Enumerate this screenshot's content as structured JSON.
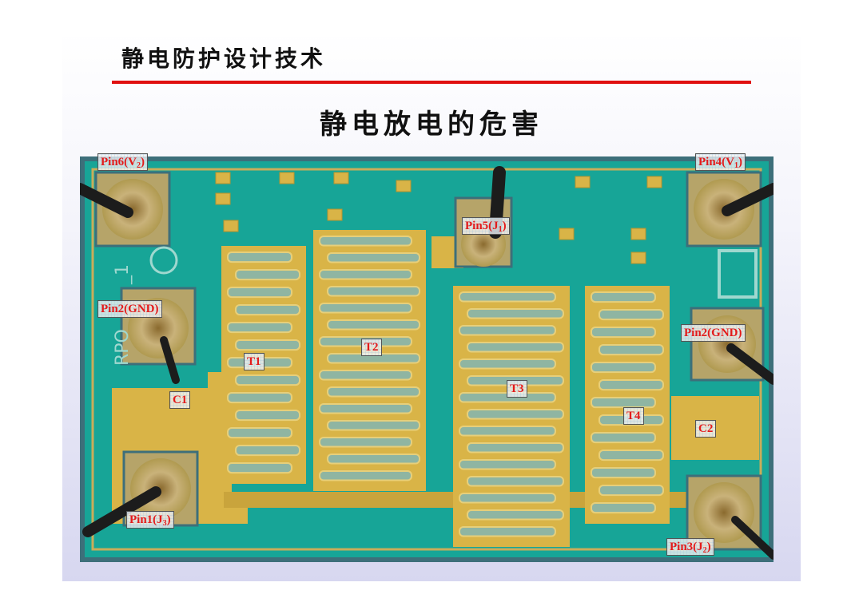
{
  "header": {
    "title": "静电防护设计技术"
  },
  "slide": {
    "title": "静电放电的危害"
  },
  "chip": {
    "labels": {
      "pin6": {
        "text": "Pin6(V",
        "sub": "2",
        "tail": ")"
      },
      "pin4": {
        "text": "Pin4(V",
        "sub": "1",
        "tail": ")"
      },
      "pin5": {
        "text": "Pin5(J",
        "sub": "1",
        "tail": ")"
      },
      "pin2_left": {
        "text": "Pin2(GND)"
      },
      "pin2_right": {
        "text": "Pin2(GND)"
      },
      "pin1": {
        "text": "Pin1(J",
        "sub": "3",
        "tail": ")"
      },
      "pin3": {
        "text": "Pin3(J",
        "sub": "2",
        "tail": ")"
      },
      "t1": {
        "text": "T1"
      },
      "t2": {
        "text": "T2"
      },
      "t3": {
        "text": "T3"
      },
      "t4": {
        "text": "T4"
      },
      "c1": {
        "text": "C1"
      },
      "c2": {
        "text": "C2"
      }
    },
    "die_marking": "RPO",
    "die_marking_suffix": "_1",
    "colors": {
      "substrate": "#17a597",
      "metal": "#d9b447",
      "wire": "#1c1c1c"
    }
  }
}
